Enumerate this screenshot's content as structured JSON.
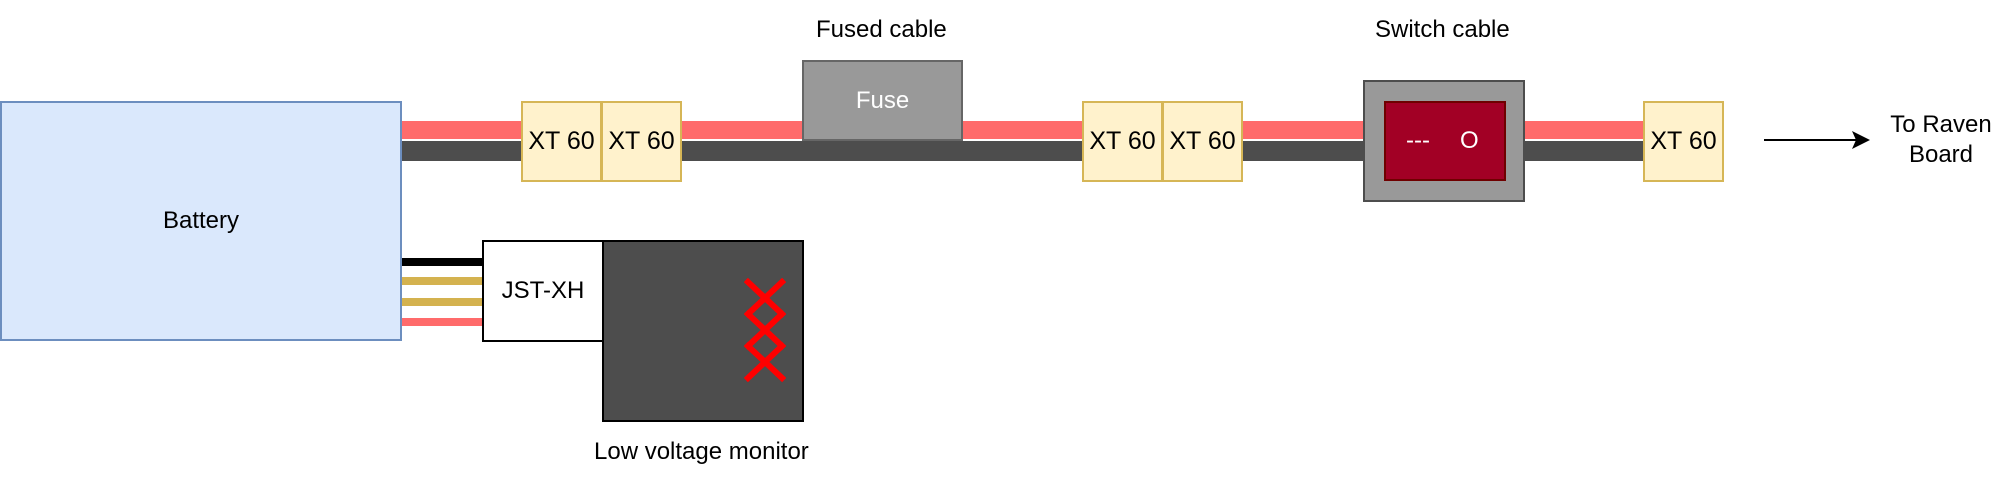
{
  "colors": {
    "positive_wire": "#ff6b6b",
    "negative_wire": "#4d4d4d",
    "battery_fill": "#dae8fc",
    "battery_border": "#6c8ebf",
    "connector_fill": "#fff2cc",
    "connector_border": "#d6b656",
    "fuse_fill": "#999999",
    "switch_housing": "#999999",
    "switch_rocker": "#a20025",
    "monitor_body": "#4d4d4d",
    "balance_wire_black": "#000000",
    "balance_wire_tan": "#d4b24f",
    "indicator_red": "#ff0000"
  },
  "battery": {
    "label": "Battery"
  },
  "labels": {
    "fused_cable": "Fused cable",
    "switch_cable": "Switch cable",
    "low_voltage_monitor": "Low voltage monitor",
    "destination_line1": "To Raven",
    "destination_line2": "Board"
  },
  "connectors": {
    "xt60_a1": "XT 60",
    "xt60_a2": "XT 60",
    "xt60_b1": "XT 60",
    "xt60_b2": "XT 60",
    "xt60_c": "XT 60"
  },
  "fuse": {
    "label": "Fuse"
  },
  "switch": {
    "off_symbol": "---",
    "on_symbol": "O"
  },
  "jst": {
    "label": "JST-XH"
  },
  "icons": {
    "arrow": "arrow-right-icon",
    "indicator": "segment-display-icon"
  }
}
